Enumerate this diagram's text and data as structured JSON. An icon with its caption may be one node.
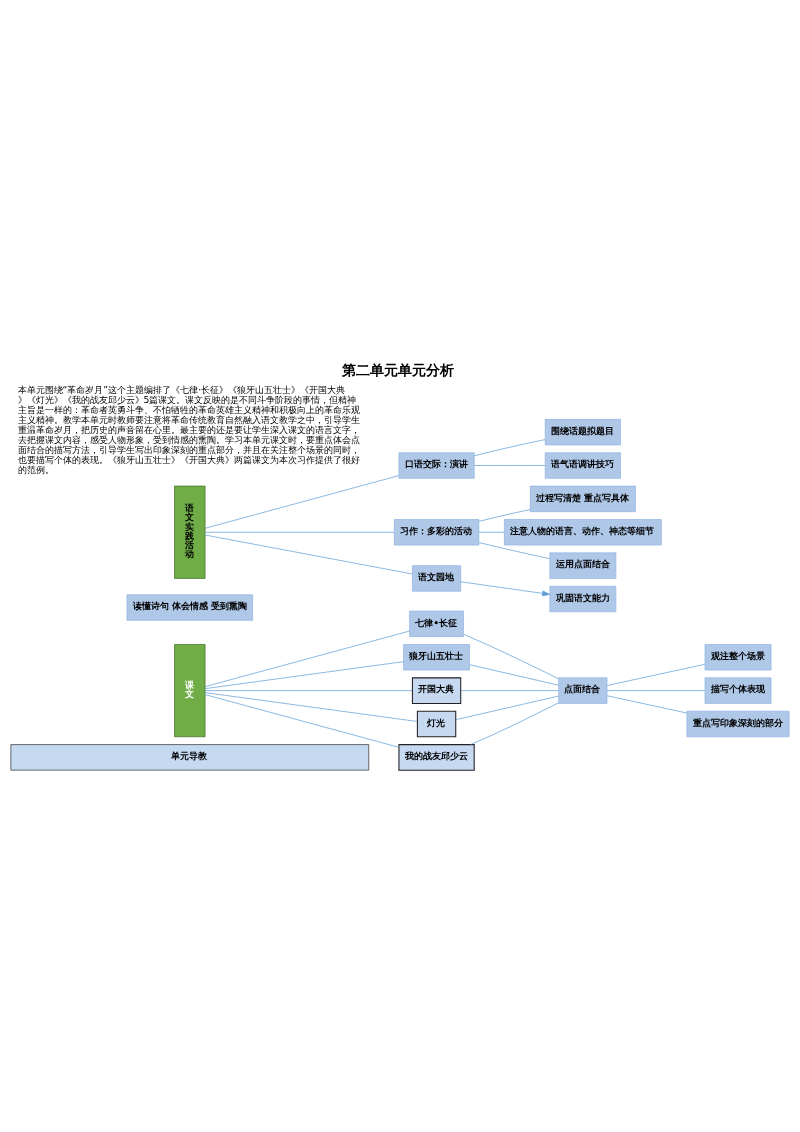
{
  "diagram": {
    "title": "第二单元单元分析",
    "nodes": [
      {
        "text": [
          "单元导教"
        ]
      },
      {
        "text": [
          "课文"
        ]
      },
      {
        "text": [
          "七律•长征"
        ]
      },
      {
        "text": [
          "狼牙山五壮士"
        ]
      },
      {
        "text": [
          "开国大典"
        ]
      },
      {
        "text": [
          "灯光"
        ]
      },
      {
        "text": [
          "我的战友邱少云"
        ]
      },
      {
        "text": [
          "读懂诗句 体会情感 受到熏陶"
        ]
      },
      {
        "text": [
          "点面结合"
        ]
      },
      {
        "text": [
          "观注整个场景"
        ]
      },
      {
        "text": [
          "描写个体表现"
        ]
      },
      {
        "text": [
          "重点写印象深刻的部分"
        ]
      },
      {
        "text": [
          "语文实践活动"
        ]
      },
      {
        "text": [
          "口语交际：演讲"
        ]
      },
      {
        "text": [
          "围绕话题拟题目"
        ]
      },
      {
        "text": [
          "语气语调讲技巧"
        ]
      },
      {
        "text": [
          "习作：多彩的活动"
        ]
      },
      {
        "text": [
          "过程写清楚 重点写具体"
        ]
      },
      {
        "text": [
          "注意人物的语言、动作、神态等细节"
        ]
      },
      {
        "text": [
          "运用点面结合"
        ]
      },
      {
        "text": [
          "语文园地"
        ]
      },
      {
        "text": [
          "巩固语文能力"
        ]
      }
    ],
    "edges": [
      {
        "from": 1,
        "to": 2,
        "arrow": "none"
      },
      {
        "from": 1,
        "to": 3,
        "arrow": "none"
      },
      {
        "from": 1,
        "to": 4,
        "arrow": "none"
      },
      {
        "from": 1,
        "to": 5,
        "arrow": "none"
      },
      {
        "from": 1,
        "to": 6,
        "arrow": "none"
      },
      {
        "from": 2,
        "to": 8,
        "arrow": "none"
      },
      {
        "from": 3,
        "to": 8,
        "arrow": "none"
      },
      {
        "from": 4,
        "to": 8,
        "arrow": "none"
      },
      {
        "from": 5,
        "to": 8,
        "arrow": "none"
      },
      {
        "from": 6,
        "to": 8,
        "arrow": "none"
      },
      {
        "from": 8,
        "to": 9,
        "arrow": "none"
      },
      {
        "from": 8,
        "to": 10,
        "arrow": "none"
      },
      {
        "from": 8,
        "to": 11,
        "arrow": "none"
      },
      {
        "from": 12,
        "to": 13,
        "arrow": "none"
      },
      {
        "from": 12,
        "to": 16,
        "arrow": "none"
      },
      {
        "from": 12,
        "to": 20,
        "arrow": "none"
      },
      {
        "from": 13,
        "to": 14,
        "arrow": "none"
      },
      {
        "from": 13,
        "to": 15,
        "arrow": "none"
      },
      {
        "from": 16,
        "to": 17,
        "arrow": "none"
      },
      {
        "from": 16,
        "to": 18,
        "arrow": "none"
      },
      {
        "from": 16,
        "to": 19,
        "arrow": "none"
      },
      {
        "from": 20,
        "to": 21,
        "arrow": "to"
      }
    ],
    "labels": [
      "本单元围绕“革命岁月”这个主题编排了《七律·长征》《狼牙山五壮士》《开国大典》《灯光》《我的战友邱少云》5篇课文。课文反映的是不同斗争阶段的事情，但精神主旨是一样的：革命者英勇斗争、不怕牺牲的革命英雄主义精神和积极向上的革命乐观主义精神。教学本单元时教师要注意将革命传统教育自然融入语文教学之中，引导学生重温革命岁月，把历史的声音留在心里。最主要的还是要让学生深入课文的语言文字，去把握课文内容，感受人物形象，受到情感的熏陶。学习本单元课文时，要重点体会点面结合的描写方法，引导学生写出印象深刻的重点部分，并且在关注整个场景的同时，也要描写个体的表现。《狼牙山五壮士》《开国大典》两篇课文为本次习作提供了很好的范例。"
    ]
  }
}
